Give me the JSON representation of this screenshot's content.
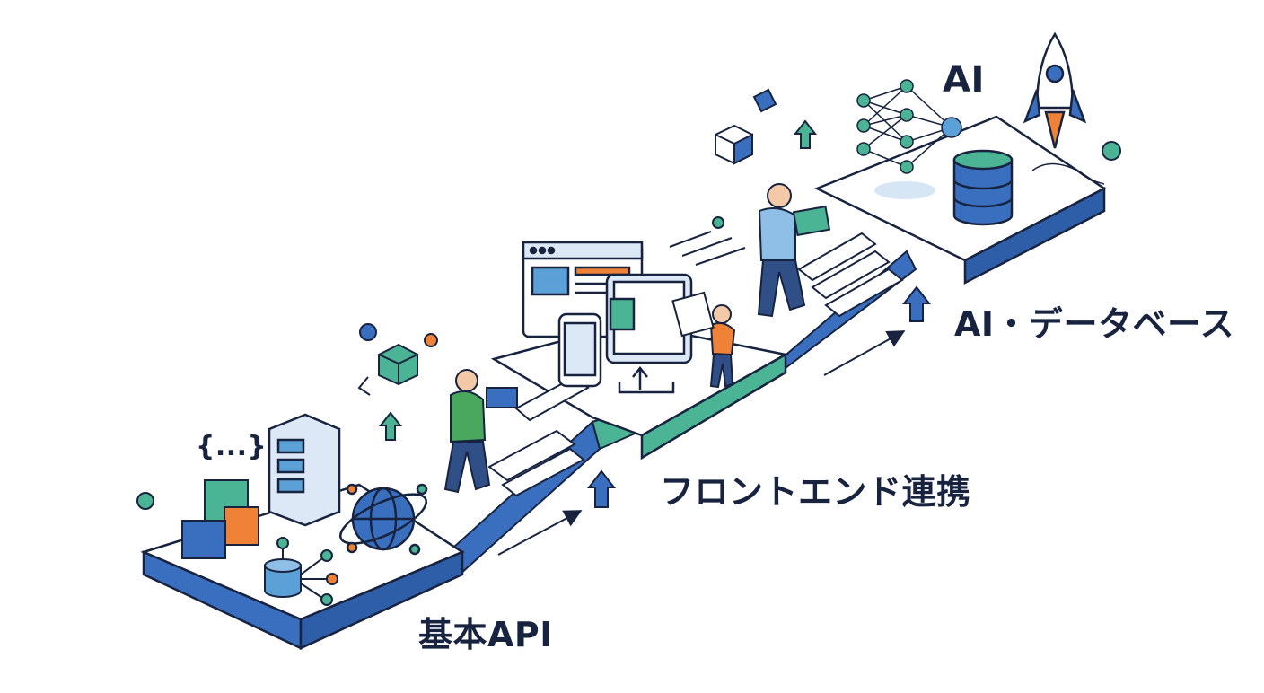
{
  "labels": {
    "stage_basic_api": "基本API",
    "stage_frontend": "フロントエンド連携",
    "stage_ai_database": "AI・データベース",
    "ai_heading": "AI",
    "code_braces": "{...}"
  },
  "colors": {
    "ink": "#17233f",
    "blue": "#3a6fc0",
    "light_blue": "#5ba0d6",
    "teal": "#4bb495",
    "green": "#4aa85e",
    "orange": "#ef8236",
    "pale": "#e3eef7"
  },
  "icons": [
    "cube-stack-icon",
    "server-rack-icon",
    "globe-network-icon",
    "database-node-icon",
    "browser-window-icon",
    "phone-icon",
    "tablet-icon",
    "neural-network-icon",
    "database-icon",
    "rocket-icon",
    "person-icon",
    "arrow-up-icon"
  ]
}
